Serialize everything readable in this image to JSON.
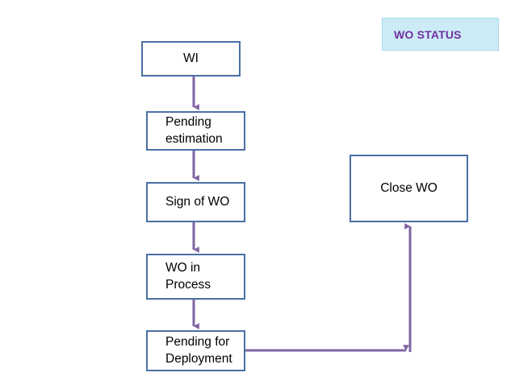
{
  "diagram": {
    "title": "WO STATUS",
    "legend": {
      "label": "WO STATUS",
      "fill_color": "#CCEBF7",
      "text_color": "#7030A0",
      "border_color": "#A8DCEF"
    },
    "style": {
      "node_border_color": "#4A6FA5",
      "node_fill_color": "#FFFFFF",
      "node_text_color": "#000000",
      "connector_color": "#8064A2",
      "background_color": "#FFFFFF"
    },
    "nodes": [
      {
        "id": "wi",
        "label": "WI",
        "align": "center"
      },
      {
        "id": "pending-estimation",
        "label": "Pending\nestimation",
        "align": "indent"
      },
      {
        "id": "sign-of-wo",
        "label": "Sign of WO",
        "align": "indent"
      },
      {
        "id": "wo-in-process",
        "label": "WO in\nProcess",
        "align": "indent"
      },
      {
        "id": "pending-for-deployment",
        "label": "Pending for\nDeployment",
        "align": "indent"
      },
      {
        "id": "close-wo",
        "label": "Close WO",
        "align": "center"
      }
    ],
    "connectors": [
      {
        "id": "wi-to-pending-estimation",
        "from": "wi",
        "to": "pending-estimation",
        "shape": "straight-down"
      },
      {
        "id": "pending-estimation-to-sign-of-wo",
        "from": "pending-estimation",
        "to": "sign-of-wo",
        "shape": "straight-down"
      },
      {
        "id": "sign-of-wo-to-wo-in-process",
        "from": "sign-of-wo",
        "to": "wo-in-process",
        "shape": "straight-down"
      },
      {
        "id": "wo-in-process-to-pending-for-deployment",
        "from": "wo-in-process",
        "to": "pending-for-deployment",
        "shape": "straight-down"
      },
      {
        "id": "pending-for-deployment-to-close-wo",
        "from": "pending-for-deployment",
        "to": "close-wo",
        "shape": "elbow-right-up"
      }
    ]
  }
}
